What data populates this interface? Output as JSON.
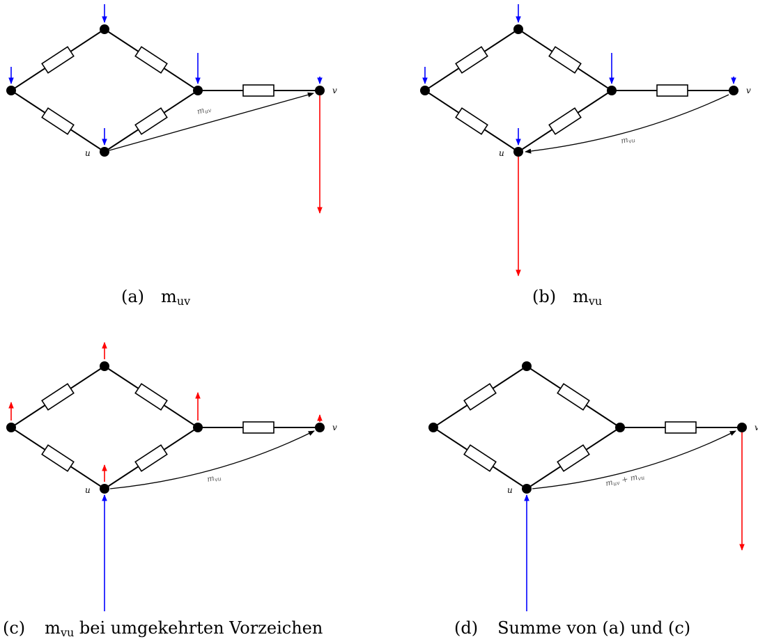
{
  "node_labels": {
    "u": "u",
    "v": "v"
  },
  "panels": [
    {
      "caption_tag": "(a)",
      "caption_m": "m",
      "caption_sub": "uv",
      "caption_rest": "",
      "measure_label": "m_uv"
    },
    {
      "caption_tag": "(b)",
      "caption_m": "m",
      "caption_sub": "vu",
      "caption_rest": "",
      "measure_label": "m_vu"
    },
    {
      "caption_tag": "(c)",
      "caption_m": "m",
      "caption_sub": "vu",
      "caption_rest": " bei umgekehrten Vorzeichen",
      "measure_label": "m_vu"
    },
    {
      "caption_tag": "(d)",
      "caption_m": "",
      "caption_sub": "",
      "caption_rest": "Summe von (a) und (c)",
      "measure_label": "m_uv + m_vu"
    }
  ],
  "colors": {
    "blue": "#0000ff",
    "red": "#ff0000",
    "black": "#000000",
    "gray": "#555555"
  }
}
